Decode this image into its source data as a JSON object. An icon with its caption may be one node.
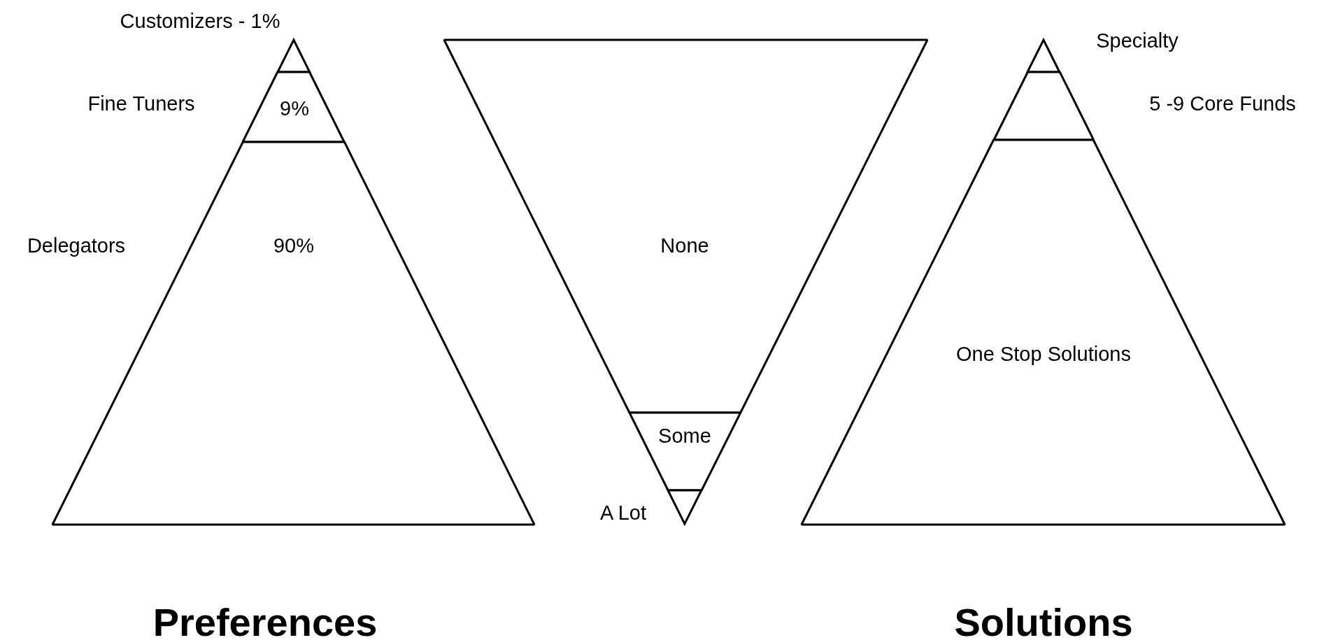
{
  "diagram": {
    "nodes": [
      {
        "text": [],
        "shape": "triangle"
      },
      {
        "text": [
          "9%"
        ]
      },
      {
        "text": [
          "90%"
        ]
      },
      {
        "text": [
          "None"
        ]
      },
      {
        "text": [
          "Some"
        ]
      },
      {
        "text": [],
        "shape": "triangle"
      },
      {
        "text": [],
        "shape": "triangle"
      },
      {
        "text": [],
        "shape": "band"
      },
      {
        "text": [
          "One Stop Solutions"
        ]
      }
    ],
    "labels": [
      "Customizers - 1%",
      "Specialty",
      "Fine Tuners",
      "5 -9 Core Funds",
      "Delegators",
      "A Lot",
      "Preferences",
      "Solutions"
    ]
  }
}
